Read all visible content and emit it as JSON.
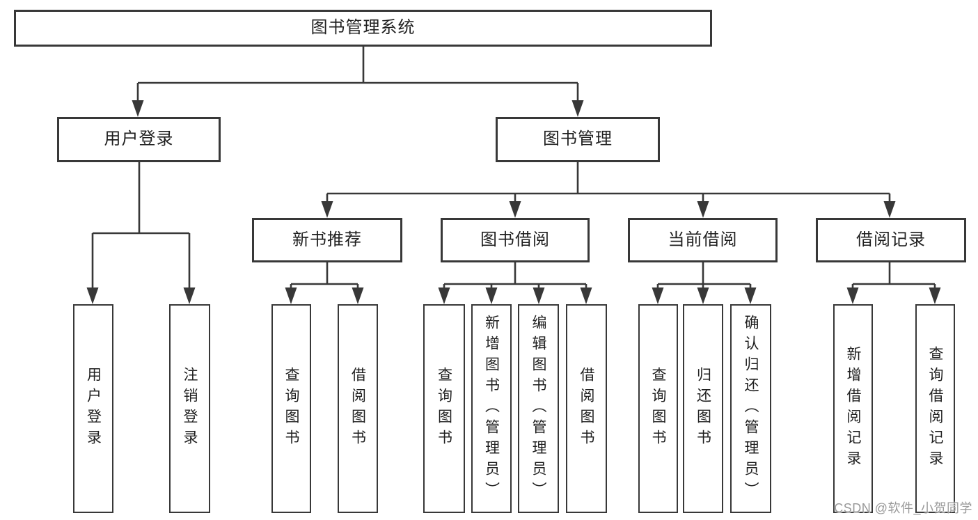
{
  "watermark": "CSDN @软件_小贺同学",
  "colors": {
    "line": "#383838",
    "box_border": "#383838",
    "text": "#1f1f1f",
    "background": "#ffffff",
    "watermark": "#878787"
  },
  "tree": {
    "label": "图书管理系统",
    "children": [
      {
        "label": "用户登录",
        "children": [
          {
            "label": "用户登录"
          },
          {
            "label": "注销登录"
          }
        ]
      },
      {
        "label": "图书管理",
        "children": [
          {
            "label": "新书推荐",
            "children": [
              {
                "label": "查询图书"
              },
              {
                "label": "借阅图书"
              }
            ]
          },
          {
            "label": "图书借阅",
            "children": [
              {
                "label": "查询图书"
              },
              {
                "label": "新增图书（管理员）"
              },
              {
                "label": "编辑图书（管理员）"
              },
              {
                "label": "借阅图书"
              }
            ]
          },
          {
            "label": "当前借阅",
            "children": [
              {
                "label": "查询图书"
              },
              {
                "label": "归还图书"
              },
              {
                "label": "确认归还（管理员）"
              }
            ]
          },
          {
            "label": "借阅记录",
            "children": [
              {
                "label": "新增借阅记录"
              },
              {
                "label": "查询借阅记录"
              }
            ]
          }
        ]
      }
    ]
  }
}
